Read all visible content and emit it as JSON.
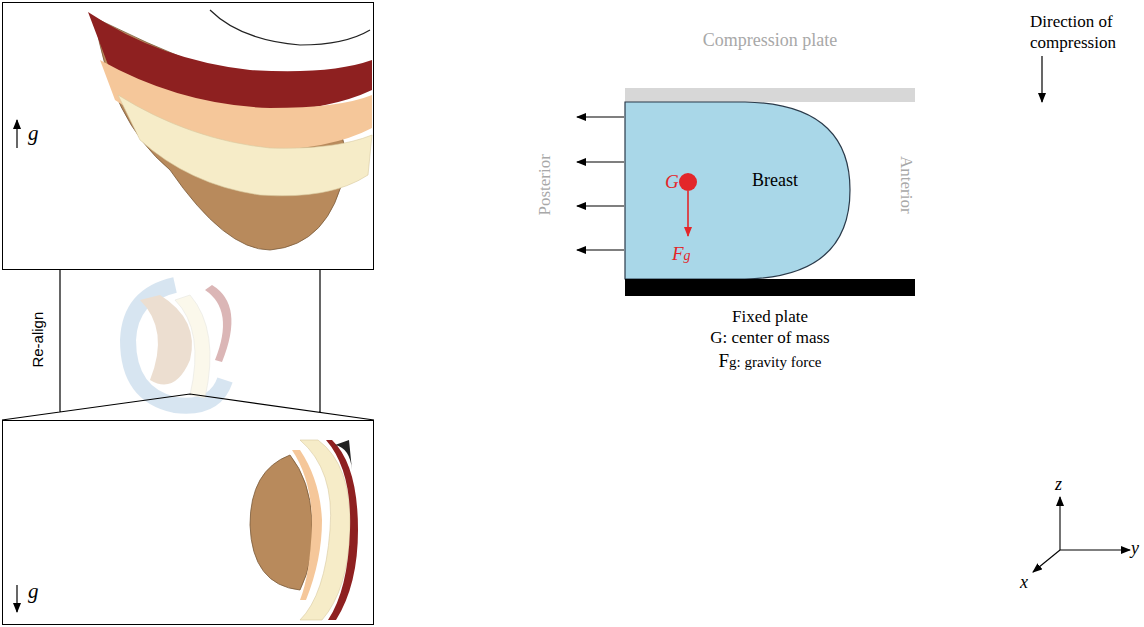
{
  "diagram": {
    "nodes": [
      {
        "text": [
          "g"
        ]
      },
      {
        "text": [
          "g"
        ]
      },
      {
        "text": [
          "Compression plate"
        ]
      },
      {
        "text": [
          "Breast"
        ]
      },
      {
        "text": [
          "Fixed plate"
        ]
      }
    ],
    "edges": [
      {
        "from": 0,
        "to": 1,
        "label": "Re-align",
        "arrow": "to"
      }
    ],
    "labels": [
      "Direction of compression",
      "Posterior",
      "Anterior",
      "G",
      "Fg",
      "G: center of mass",
      "Fg: gravity force",
      "z",
      "y",
      "x"
    ]
  }
}
